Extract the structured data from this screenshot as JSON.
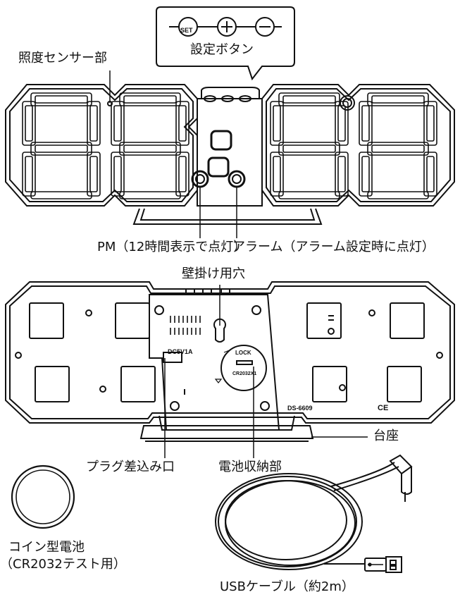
{
  "labels": {
    "sensor": "照度センサー部",
    "set_buttons": "設定ボタン",
    "pm": "PM（12時間表示で点灯）",
    "alarm": "アラーム（アラーム設定時に点灯）",
    "wall_hole": "壁掛け用穴",
    "stand": "台座",
    "plug": "プラグ差込み口",
    "battery": "電池収納部",
    "coin_line1": "コイン型電池",
    "coin_line2": "（CR2032テスト用）",
    "usb": "USBケーブル（約2m）"
  },
  "buttons": {
    "set": "SET",
    "plus": "+",
    "minus": "−"
  },
  "device_text": {
    "dc": "DC5V1A",
    "lock": "LOCK",
    "battery_type": "CR2032X1",
    "model": "DS-6609",
    "ce": "CE"
  }
}
